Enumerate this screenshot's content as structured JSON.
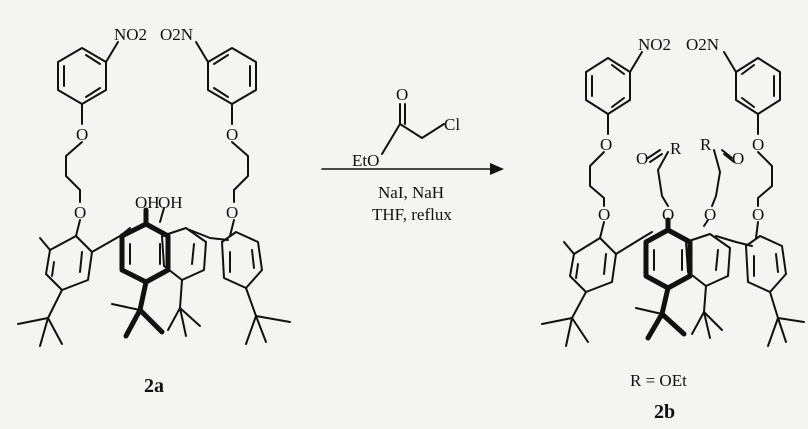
{
  "left": {
    "no2": "NO2",
    "o2n": "O2N",
    "o": "O",
    "oh": "OH",
    "label": "2a"
  },
  "reagents": {
    "eto": "EtO",
    "carbonyl_o": "O",
    "cl": "Cl",
    "line1": "NaI, NaH",
    "line2": "THF, reflux"
  },
  "right": {
    "no2": "NO2",
    "o2n": "O2N",
    "o": "O",
    "r": "R",
    "r_def": "R = OEt",
    "label": "2b"
  },
  "colors": {
    "ink": "#111111",
    "background": "#f4f4f2"
  }
}
